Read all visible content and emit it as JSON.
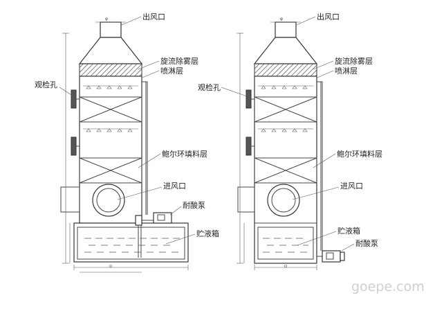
{
  "labels": {
    "outlet": "出风口",
    "mist_eliminator": "旋流除雾层",
    "spray_layer": "喷淋层",
    "inspection_hole": "观检孔",
    "packing_layer": "鲍尔环填料层",
    "inlet": "进风口",
    "acid_pump": "耐酸泵",
    "liquid_tank": "贮液箱"
  },
  "watermark": "goepe.com",
  "colors": {
    "line": "#444444",
    "watermark": "#d0d0d0",
    "dark_fill": "#555555"
  }
}
